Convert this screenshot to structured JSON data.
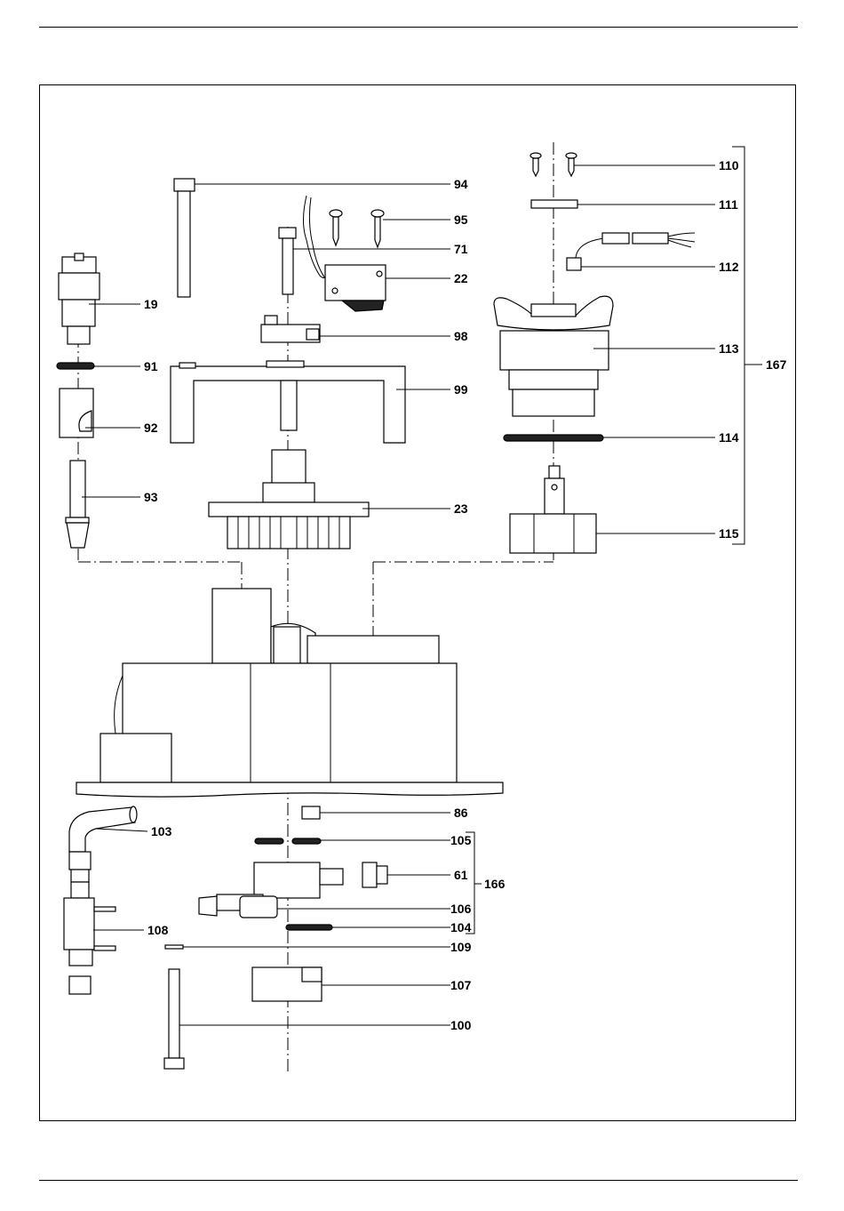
{
  "callouts": [
    {
      "id": "94",
      "label": "94"
    },
    {
      "id": "95",
      "label": "95"
    },
    {
      "id": "71",
      "label": "71"
    },
    {
      "id": "22",
      "label": "22"
    },
    {
      "id": "19",
      "label": "19"
    },
    {
      "id": "98",
      "label": "98"
    },
    {
      "id": "91",
      "label": "91"
    },
    {
      "id": "99",
      "label": "99"
    },
    {
      "id": "92",
      "label": "92"
    },
    {
      "id": "93",
      "label": "93"
    },
    {
      "id": "23",
      "label": "23"
    },
    {
      "id": "110",
      "label": "110"
    },
    {
      "id": "111",
      "label": "111"
    },
    {
      "id": "112",
      "label": "112"
    },
    {
      "id": "113",
      "label": "113"
    },
    {
      "id": "167",
      "label": "167"
    },
    {
      "id": "114",
      "label": "114"
    },
    {
      "id": "115",
      "label": "115"
    },
    {
      "id": "86",
      "label": "86"
    },
    {
      "id": "103",
      "label": "103"
    },
    {
      "id": "105",
      "label": "105"
    },
    {
      "id": "61",
      "label": "61"
    },
    {
      "id": "166",
      "label": "166"
    },
    {
      "id": "108",
      "label": "108"
    },
    {
      "id": "106",
      "label": "106"
    },
    {
      "id": "104",
      "label": "104"
    },
    {
      "id": "109",
      "label": "109"
    },
    {
      "id": "107",
      "label": "107"
    },
    {
      "id": "100",
      "label": "100"
    }
  ]
}
